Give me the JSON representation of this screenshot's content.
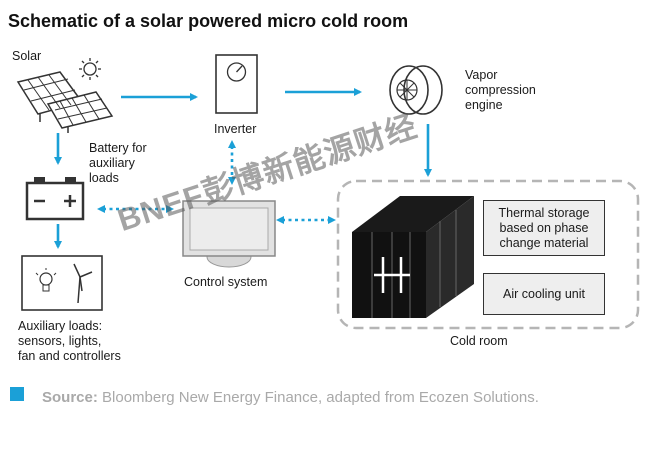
{
  "title": "Schematic of a solar powered micro cold room",
  "labels": {
    "solar": "Solar",
    "inverter": "Inverter",
    "vapor": "Vapor\ncompression\nengine",
    "battery": "Battery for\nauxiliary\nloads",
    "control": "Control system",
    "aux": "Auxiliary loads:\nsensors, lights,\nfan and controllers",
    "cold_room": "Cold room"
  },
  "boxes": {
    "thermal": "Thermal storage\nbased on phase\nchange material",
    "air": "Air cooling unit"
  },
  "source": {
    "label": "Source:",
    "text": "Bloomberg New Energy Finance, adapted from Ecozen Solutions."
  },
  "watermark": "BNEF彭博新能源财经",
  "colors": {
    "arrow": "#1ba0d7",
    "accent": "#1ba0d7",
    "dashed": "#b5b5b5"
  }
}
